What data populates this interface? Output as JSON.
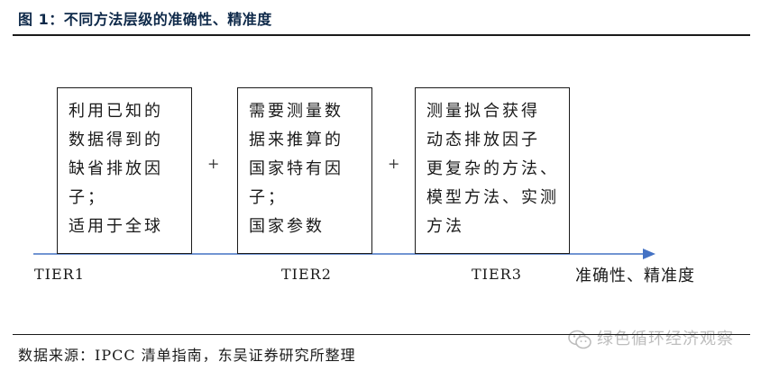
{
  "figure": {
    "title": "图 1：不同方法层级的准确性、精准度",
    "source": "数据来源：IPCC 清单指南，东吴证券研究所整理",
    "watermark": "绿色循环经济观察"
  },
  "diagram": {
    "boxes": [
      {
        "lines": [
          "利用已知的",
          "数据得到的",
          "缺省排放因",
          "子；",
          "适用于全球"
        ]
      },
      {
        "lines": [
          "需要测量数",
          "据来推算的",
          "国家特有因",
          "子；",
          "国家参数"
        ]
      },
      {
        "lines": [
          "测量拟合获得",
          "动态排放因子",
          "更复杂的方法、",
          "模型方法、实测",
          "方法"
        ]
      }
    ],
    "operators": [
      "+",
      "+"
    ],
    "tiers": [
      "TIER1",
      "TIER2",
      "TIER3"
    ],
    "axis_label": "准确性、精准度",
    "colors": {
      "arrow": "#4472c4",
      "text": "#1a1a1a",
      "title": "#0f2a4a"
    }
  }
}
